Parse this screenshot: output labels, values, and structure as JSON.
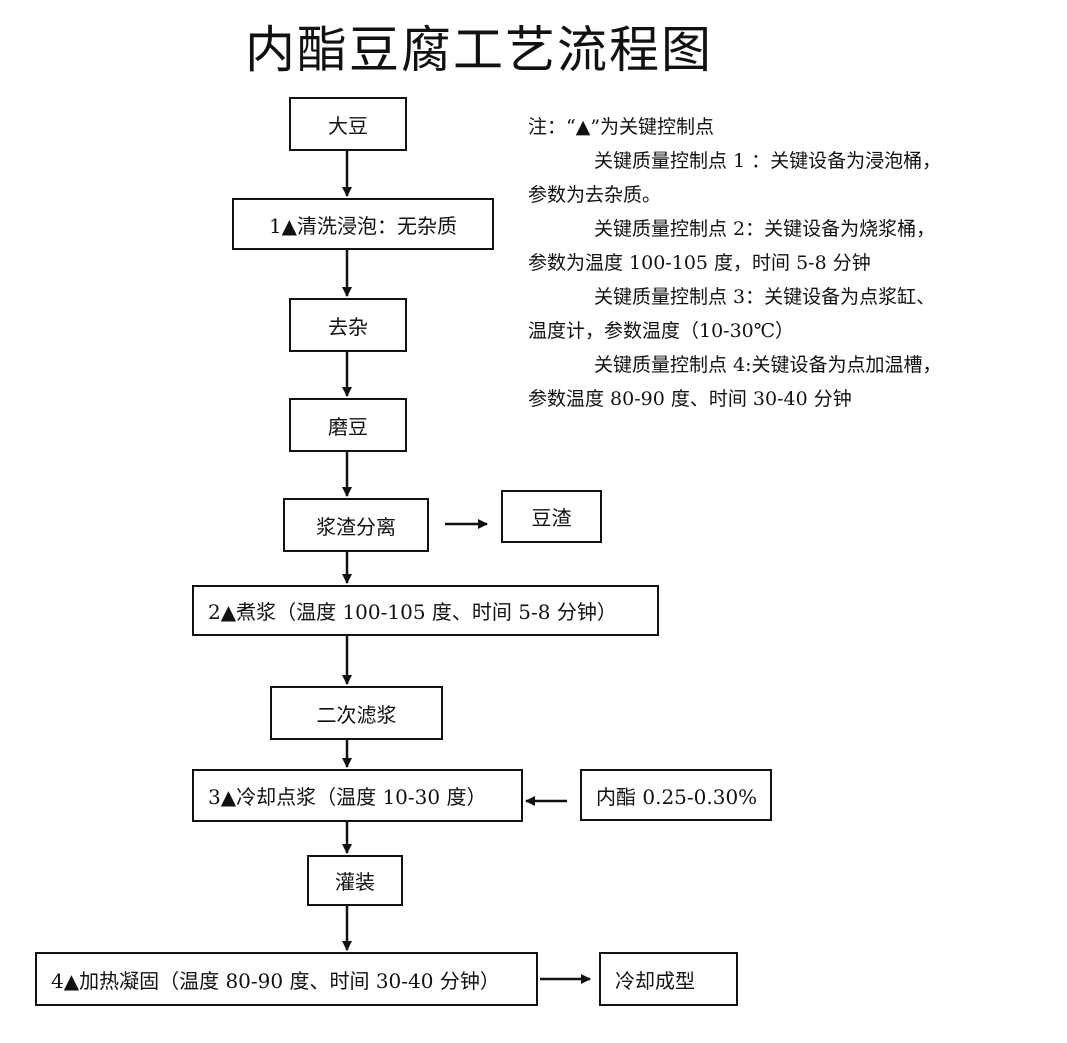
{
  "title": "内酯豆腐工艺流程图",
  "steps": {
    "soybean": "大豆",
    "wash_soak": "1▲清洗浸泡：无杂质",
    "remove_impurities": "去杂",
    "grind": "磨豆",
    "separate": "浆渣分离",
    "okara": "豆渣",
    "boil": "2▲煮浆（温度 100-105 度、时间 5-8 分钟）",
    "filter": "二次滤浆",
    "cool_coagulate": "3▲冷却点浆（温度 10-30 度）",
    "gdl": "内酯 0.25-0.30%",
    "fill": "灌装",
    "heat_solidify": "4▲加热凝固（温度 80-90 度、时间 30-40 分钟）",
    "cool_shape": "冷却成型"
  },
  "notes": {
    "header": "注：“▲”为关键控制点",
    "cp1_a": "关键质量控制点 1 ：关键设备为浸泡桶，",
    "cp1_b": "参数为去杂质。",
    "cp2_a": "关键质量控制点 2：关键设备为烧浆桶，",
    "cp2_b": "参数为温度 100-105 度，时间 5-8 分钟",
    "cp3_a": "关键质量控制点 3：关键设备为点浆缸、",
    "cp3_b": "温度计，参数温度（10-30℃）",
    "cp4_a": "关键质量控制点 4:关键设备为点加温槽，",
    "cp4_b": "参数温度 80-90 度、时间 30-40 分钟"
  }
}
